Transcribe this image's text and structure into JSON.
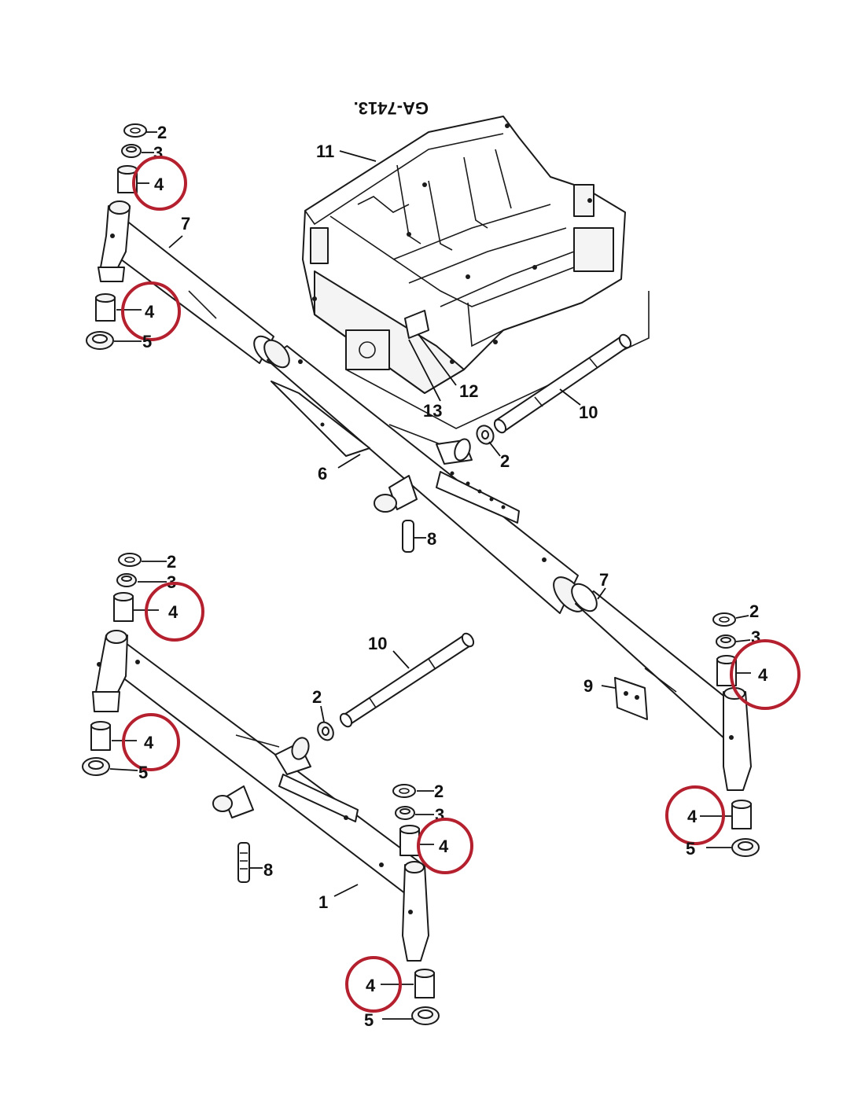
{
  "drawing_code": "GA-7413.",
  "colors": {
    "highlight": "#b5202f",
    "line": "#1a1a1a"
  },
  "labels": {
    "n1": "1",
    "n2": "2",
    "n3": "3",
    "n4": "4",
    "n5": "5",
    "n6": "6",
    "n7": "7",
    "n8": "8",
    "n9": "9",
    "n10": "10",
    "n11": "11",
    "n12": "12",
    "n13": "13"
  }
}
